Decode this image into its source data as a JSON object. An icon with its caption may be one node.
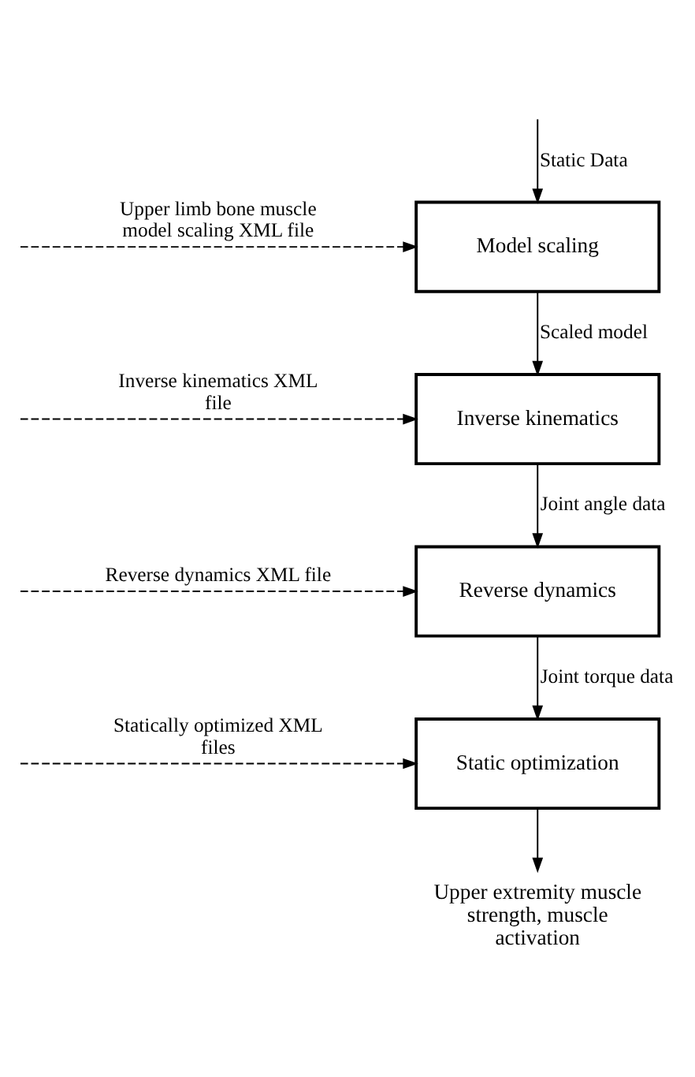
{
  "diagram": {
    "nodes": [
      {
        "text": [
          "Model scaling"
        ]
      },
      {
        "text": [
          "Inverse kinematics"
        ]
      },
      {
        "text": [
          "Reverse dynamics"
        ]
      },
      {
        "text": [
          "Static optimization"
        ]
      },
      {
        "text": [
          "Upper extremity muscle strength, muscle activation"
        ]
      }
    ],
    "edges": [
      {
        "from": null,
        "to": 0,
        "arrow": "to",
        "label": "Upper limb bone muscle model scaling XML file",
        "style": "dashed"
      },
      {
        "from": null,
        "to": 0,
        "arrow": "to",
        "label": "Static Data"
      },
      {
        "from": 0,
        "to": 1,
        "arrow": "to",
        "label": "Scaled model"
      },
      {
        "from": null,
        "to": 1,
        "arrow": "to",
        "label": "Inverse kinematics XML file",
        "style": "dashed"
      },
      {
        "from": 1,
        "to": 2,
        "arrow": "to",
        "label": "Joint angle data"
      },
      {
        "from": null,
        "to": 2,
        "arrow": "to",
        "label": "Reverse dynamics XML file",
        "style": "dashed"
      },
      {
        "from": 2,
        "to": 3,
        "arrow": "to",
        "label": "Joint torque data"
      },
      {
        "from": null,
        "to": 3,
        "arrow": "to",
        "label": "Statically optimized XML files",
        "style": "dashed"
      },
      {
        "from": 3,
        "to": 4,
        "arrow": "to"
      }
    ]
  }
}
